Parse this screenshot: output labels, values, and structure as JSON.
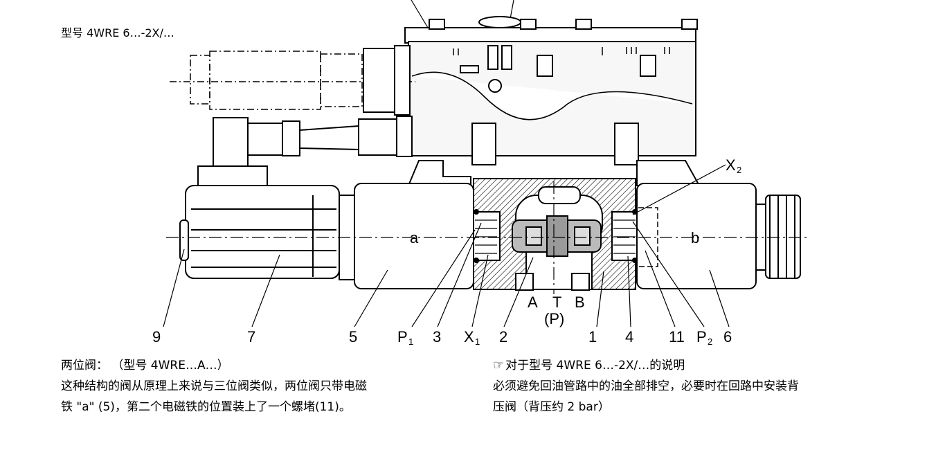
{
  "model_label": "型号 4WRE 6…-2X/…",
  "callouts": {
    "a": "a",
    "b": "b",
    "x2_main": "X",
    "x2_sub": "2",
    "ports_A": "A",
    "ports_T": "T",
    "ports_B": "B",
    "ports_P": "(P)",
    "n9": "9",
    "n7": "7",
    "n5": "5",
    "p1_main": "P",
    "p1_sub": "1",
    "n3": "3",
    "x1_main": "X",
    "x1_sub": "1",
    "n2": "2",
    "n1": "1",
    "n4": "4",
    "n11": "11",
    "p2_main": "P",
    "p2_sub": "2",
    "n6": "6"
  },
  "left_text": {
    "heading": "两位阀：  （型号 4WRE…A…）",
    "line1": "这种结构的阀从原理上来说与三位阀类似，两位阀只带电磁",
    "line2": "铁 \"a\" (5)，第二个电磁铁的位置装上了一个螺堵(11)。"
  },
  "right_text": {
    "heading": "对于型号 4WRE 6…-2X/…的说明",
    "line1": "必须避免回油管路中的油全部排空，必要时在回路中安装背",
    "line2": "压阀（背压约 2 bar）"
  },
  "icons": {
    "note": "pointing-hand-icon"
  }
}
